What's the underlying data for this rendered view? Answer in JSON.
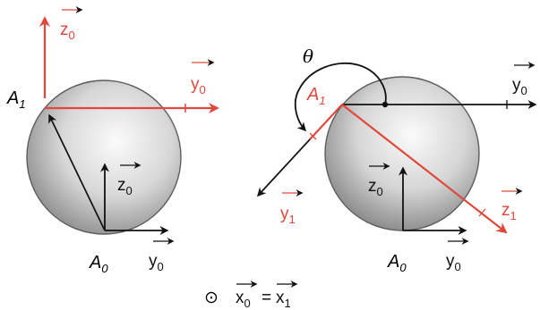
{
  "colors": {
    "axis_black": "#111111",
    "axis_red": "#e0483b",
    "sphere_light": "#f4f4f4",
    "sphere_mid": "#cfcfcf",
    "sphere_dark": "#8d8d8d"
  },
  "left_figure": {
    "points": {
      "a1": {
        "base": "A",
        "sub": "1"
      },
      "a0": {
        "base": "A",
        "sub": "0"
      }
    },
    "vectors": {
      "z0_red": {
        "base": "z",
        "sub": "0"
      },
      "y0_red": {
        "base": "y",
        "sub": "0"
      },
      "z0_black": {
        "base": "z",
        "sub": "0"
      },
      "y0_black": {
        "base": "y",
        "sub": "0"
      }
    }
  },
  "right_figure": {
    "angle": "θ",
    "points": {
      "a1": {
        "base": "A",
        "sub": "1"
      },
      "a0": {
        "base": "A",
        "sub": "0"
      }
    },
    "vectors": {
      "y0_top": {
        "base": "y",
        "sub": "0"
      },
      "y1": {
        "base": "y",
        "sub": "1"
      },
      "z1": {
        "base": "z",
        "sub": "1"
      },
      "z0": {
        "base": "z",
        "sub": "0"
      },
      "y0_bottom": {
        "base": "y",
        "sub": "0"
      }
    }
  },
  "footer": {
    "symbol": "⊙",
    "lhs": {
      "base": "x",
      "sub": "0"
    },
    "equals": "=",
    "rhs": {
      "base": "x",
      "sub": "1"
    }
  }
}
